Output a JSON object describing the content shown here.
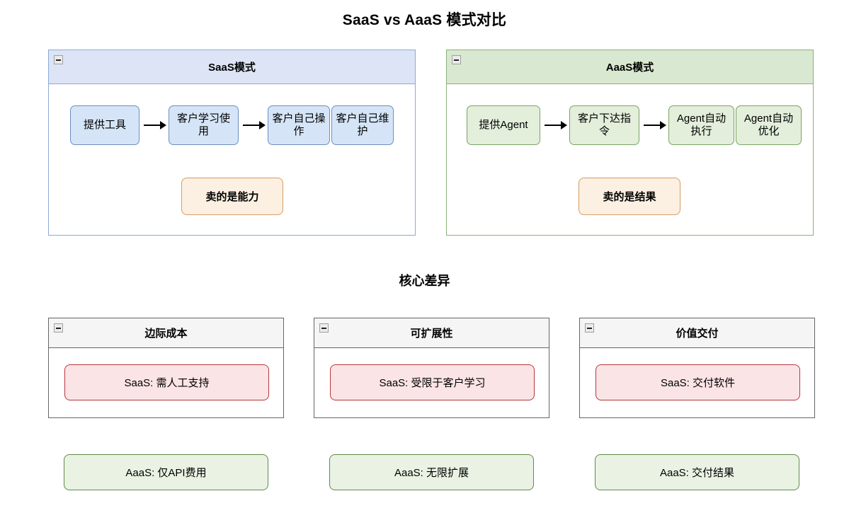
{
  "title": "SaaS vs AaaS 模式对比",
  "section_title": "核心差异",
  "icons": {
    "collapse": "minus-collapse-icon"
  },
  "panels": {
    "saas": {
      "header": "SaaS模式",
      "accent": "#6b8ec0",
      "header_bg": "#dce4f5",
      "nodes": [
        {
          "label": "提供工具"
        },
        {
          "label": "客户学习使用"
        },
        {
          "label": "客户自己操作"
        },
        {
          "label": "客户自己维护"
        }
      ],
      "highlight": "卖的是能力"
    },
    "aaas": {
      "header": "AaaS模式",
      "accent": "#7aa463",
      "header_bg": "#d9e8d0",
      "nodes": [
        {
          "label": "提供Agent"
        },
        {
          "label": "客户下达指令"
        },
        {
          "label": "Agent自动执行"
        },
        {
          "label": "Agent自动优化"
        }
      ],
      "highlight": "卖的是结果"
    }
  },
  "differences": [
    {
      "header": "边际成本",
      "saas": "SaaS: 需人工支持",
      "aaas": "AaaS: 仅API费用"
    },
    {
      "header": "可扩展性",
      "saas": "SaaS: 受限于客户学习",
      "aaas": "AaaS: 无限扩展"
    },
    {
      "header": "价值交付",
      "saas": "SaaS: 交付软件",
      "aaas": "AaaS: 交付结果"
    }
  ],
  "colors": {
    "saas_node_fill": "#d5e5f7",
    "saas_node_border": "#6b8ec0",
    "aaas_node_fill": "#e3eedb",
    "aaas_node_border": "#7aa463",
    "highlight_fill": "#fbf0e2",
    "highlight_border": "#d79b63",
    "saas_chip_fill": "#fbe4e6",
    "saas_chip_border": "#b5373c",
    "aaas_chip_fill": "#e9f2e3",
    "aaas_chip_border": "#5e8c47"
  }
}
